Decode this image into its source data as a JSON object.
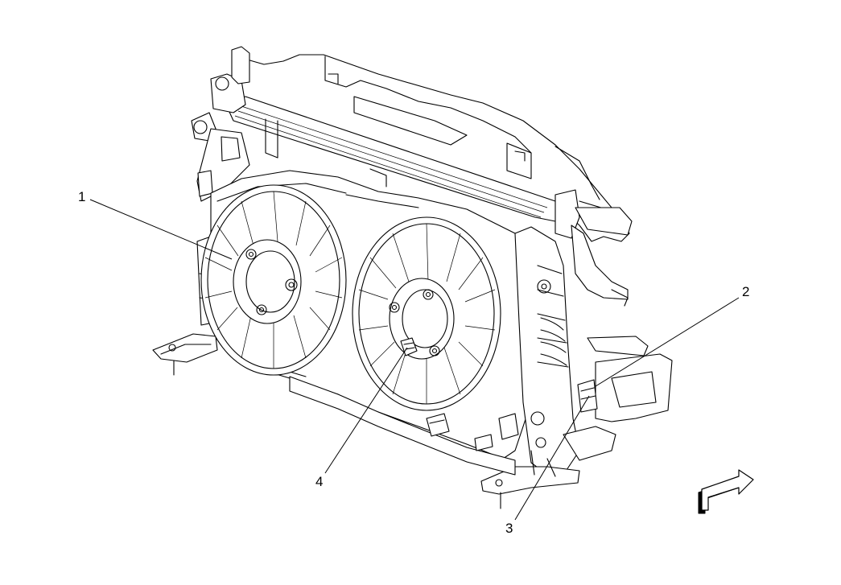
{
  "callouts": [
    {
      "id": "1",
      "label": "1"
    },
    {
      "id": "2",
      "label": "2"
    },
    {
      "id": "3",
      "label": "3"
    },
    {
      "id": "4",
      "label": "4"
    }
  ],
  "icons": {
    "direction_arrow": "forward-direction-arrow-icon"
  }
}
